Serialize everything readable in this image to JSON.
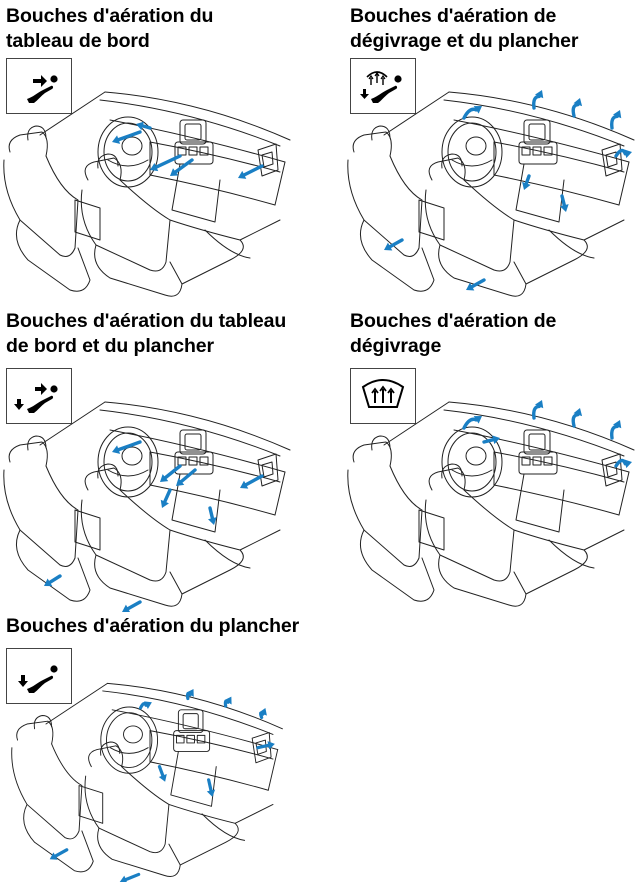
{
  "panels": [
    {
      "id": "dashboard",
      "title_line1": "Bouches d'aération du",
      "title_line2": "tableau de bord",
      "icon": "dashboard-vents-icon",
      "arrows": "dashboard"
    },
    {
      "id": "defrost-floor",
      "title_line1": "Bouches d'aération de",
      "title_line2": "dégivrage et du plancher",
      "icon": "defrost-floor-vents-icon",
      "arrows": "defrost-floor"
    },
    {
      "id": "dashboard-floor",
      "title_line1": "Bouches d'aération du tableau",
      "title_line2": "de bord et du plancher",
      "icon": "dashboard-floor-vents-icon",
      "arrows": "dashboard-floor"
    },
    {
      "id": "defrost",
      "title_line1": "Bouches d'aération de",
      "title_line2": "dégivrage",
      "icon": "defrost-vents-icon",
      "arrows": "defrost"
    },
    {
      "id": "floor",
      "title_line1": "Bouches d'aération du plancher",
      "title_line2": "",
      "icon": "floor-vents-icon",
      "arrows": "floor"
    }
  ],
  "colors": {
    "airflow": "#1a7fc4",
    "line": "#222222",
    "icon_fill": "#000000"
  }
}
